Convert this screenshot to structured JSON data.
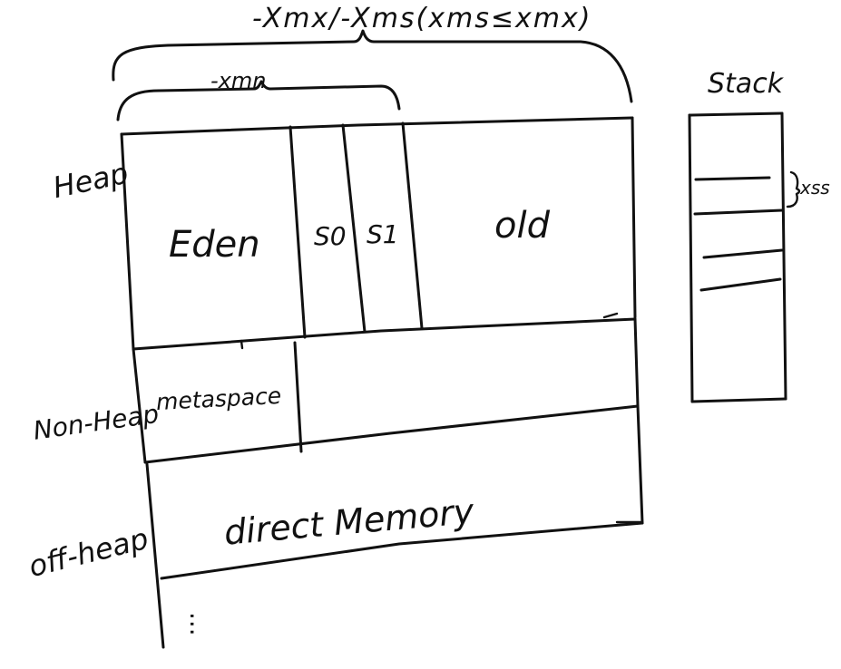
{
  "heap_size_label": "-Xmx/-Xms(xms≤xmx)",
  "young_size_label": "-xmn",
  "regions": {
    "heap": "Heap",
    "non_heap": "Non-Heap",
    "off_heap": "off-heap"
  },
  "heap_spaces": {
    "eden": "Eden",
    "s0": "S0",
    "s1": "S1",
    "old": "old"
  },
  "non_heap_spaces": {
    "metaspace": "metaspace"
  },
  "off_heap_spaces": {
    "direct_memory": "direct Memory"
  },
  "stack": {
    "title": "Stack",
    "frame_size_label": "xss"
  },
  "continuation": "..."
}
